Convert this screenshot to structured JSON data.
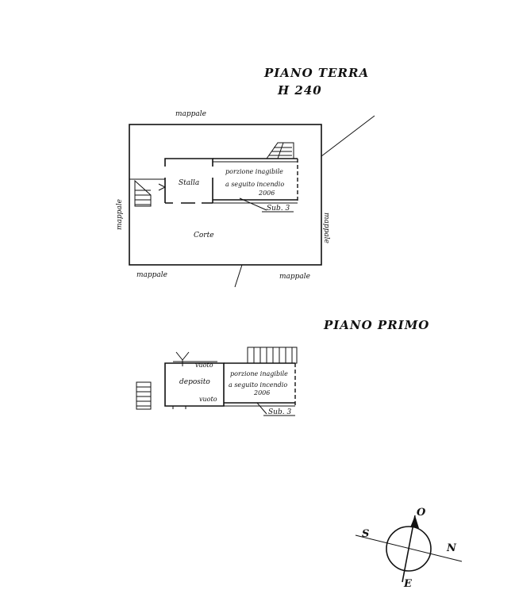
{
  "ground_floor": {
    "title": "PIANO TERRA",
    "height_note": "H 240",
    "north_label": "mappale",
    "west_label": "mappale",
    "east_label": "mappale",
    "south_left_label": "mappale",
    "south_right_label": "mappale",
    "room_label": "Stalla",
    "note_line1": "porzione inagibile",
    "note_line2": "a seguito incendio",
    "note_line3": "2006",
    "yard_label": "Corte",
    "sub_label": "Sub. 3"
  },
  "first_floor": {
    "title": "PIANO PRIMO",
    "room_label": "deposito",
    "top_label": "vuoto",
    "bottom_label": "vuoto",
    "note_line1": "porzione inagibile",
    "note_line2": "a seguito incendio",
    "note_line3": "2006",
    "sub_label": "Sub. 3"
  },
  "compass": {
    "n": "N",
    "s": "S",
    "e": "E",
    "o": "O"
  }
}
